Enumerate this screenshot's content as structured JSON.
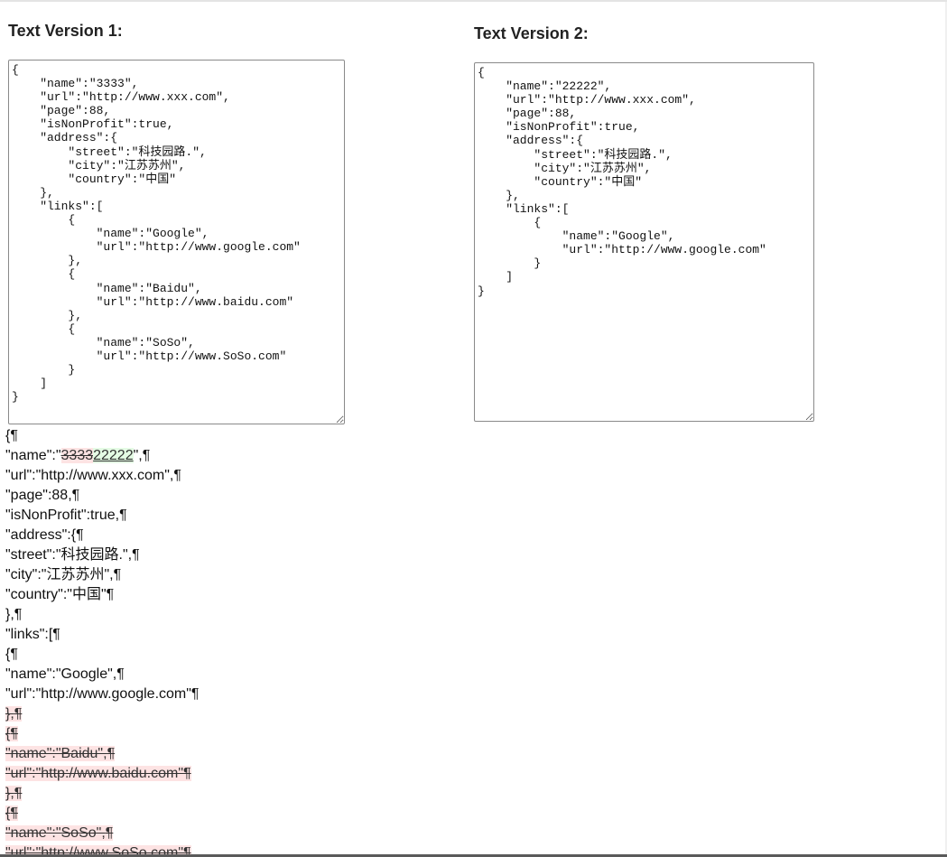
{
  "panels": {
    "left": {
      "title": "Text Version 1:",
      "text": "{\n    \"name\":\"3333\",\n    \"url\":\"http://www.xxx.com\",\n    \"page\":88,\n    \"isNonProfit\":true,\n    \"address\":{\n        \"street\":\"科技园路.\",\n        \"city\":\"江苏苏州\",\n        \"country\":\"中国\"\n    },\n    \"links\":[\n        {\n            \"name\":\"Google\",\n            \"url\":\"http://www.google.com\"\n        },\n        {\n            \"name\":\"Baidu\",\n            \"url\":\"http://www.baidu.com\"\n        },\n        {\n            \"name\":\"SoSo\",\n            \"url\":\"http://www.SoSo.com\"\n        }\n    ]\n}"
    },
    "right": {
      "title": "Text Version 2:",
      "text": "{\n    \"name\":\"22222\",\n    \"url\":\"http://www.xxx.com\",\n    \"page\":88,\n    \"isNonProfit\":true,\n    \"address\":{\n        \"street\":\"科技园路.\",\n        \"city\":\"江苏苏州\",\n        \"country\":\"中国\"\n    },\n    \"links\":[\n        {\n            \"name\":\"Google\",\n            \"url\":\"http://www.google.com\"\n        }\n    ]\n}"
    }
  },
  "diff": {
    "pilcrow": "¶",
    "lines": [
      [
        {
          "t": "eq",
          "v": "{"
        }
      ],
      [
        {
          "t": "eq",
          "v": "\"name\":\""
        },
        {
          "t": "del",
          "v": "3333"
        },
        {
          "t": "ins",
          "v": "22222"
        },
        {
          "t": "eq",
          "v": "\","
        }
      ],
      [
        {
          "t": "eq",
          "v": "\"url\":\"http://www.xxx.com\","
        }
      ],
      [
        {
          "t": "eq",
          "v": "\"page\":88,"
        }
      ],
      [
        {
          "t": "eq",
          "v": "\"isNonProfit\":true,"
        }
      ],
      [
        {
          "t": "eq",
          "v": "\"address\":{"
        }
      ],
      [
        {
          "t": "eq",
          "v": "\"street\":\"科技园路.\","
        }
      ],
      [
        {
          "t": "eq",
          "v": "\"city\":\"江苏苏州\","
        }
      ],
      [
        {
          "t": "eq",
          "v": "\"country\":\"中国\""
        }
      ],
      [
        {
          "t": "eq",
          "v": "},"
        }
      ],
      [
        {
          "t": "eq",
          "v": "\"links\":["
        }
      ],
      [
        {
          "t": "eq",
          "v": "{"
        }
      ],
      [
        {
          "t": "eq",
          "v": "\"name\":\"Google\","
        }
      ],
      [
        {
          "t": "eq",
          "v": "\"url\":\"http://www.google.com\""
        }
      ],
      [
        {
          "t": "del",
          "v": "},"
        }
      ],
      [
        {
          "t": "del",
          "v": "{"
        }
      ],
      [
        {
          "t": "del",
          "v": "\"name\":\"Baidu\","
        }
      ],
      [
        {
          "t": "del",
          "v": "\"url\":\"http://www.baidu.com\""
        }
      ],
      [
        {
          "t": "del",
          "v": "},"
        }
      ],
      [
        {
          "t": "del",
          "v": "{"
        }
      ],
      [
        {
          "t": "del",
          "v": "\"name\":\"SoSo\","
        }
      ],
      [
        {
          "t": "del",
          "v": "\"url\":\"http://www.SoSo.com\""
        }
      ]
    ]
  },
  "colors": {
    "deleted_bg": "#fde3e3",
    "inserted_bg": "#e4fbe4"
  }
}
